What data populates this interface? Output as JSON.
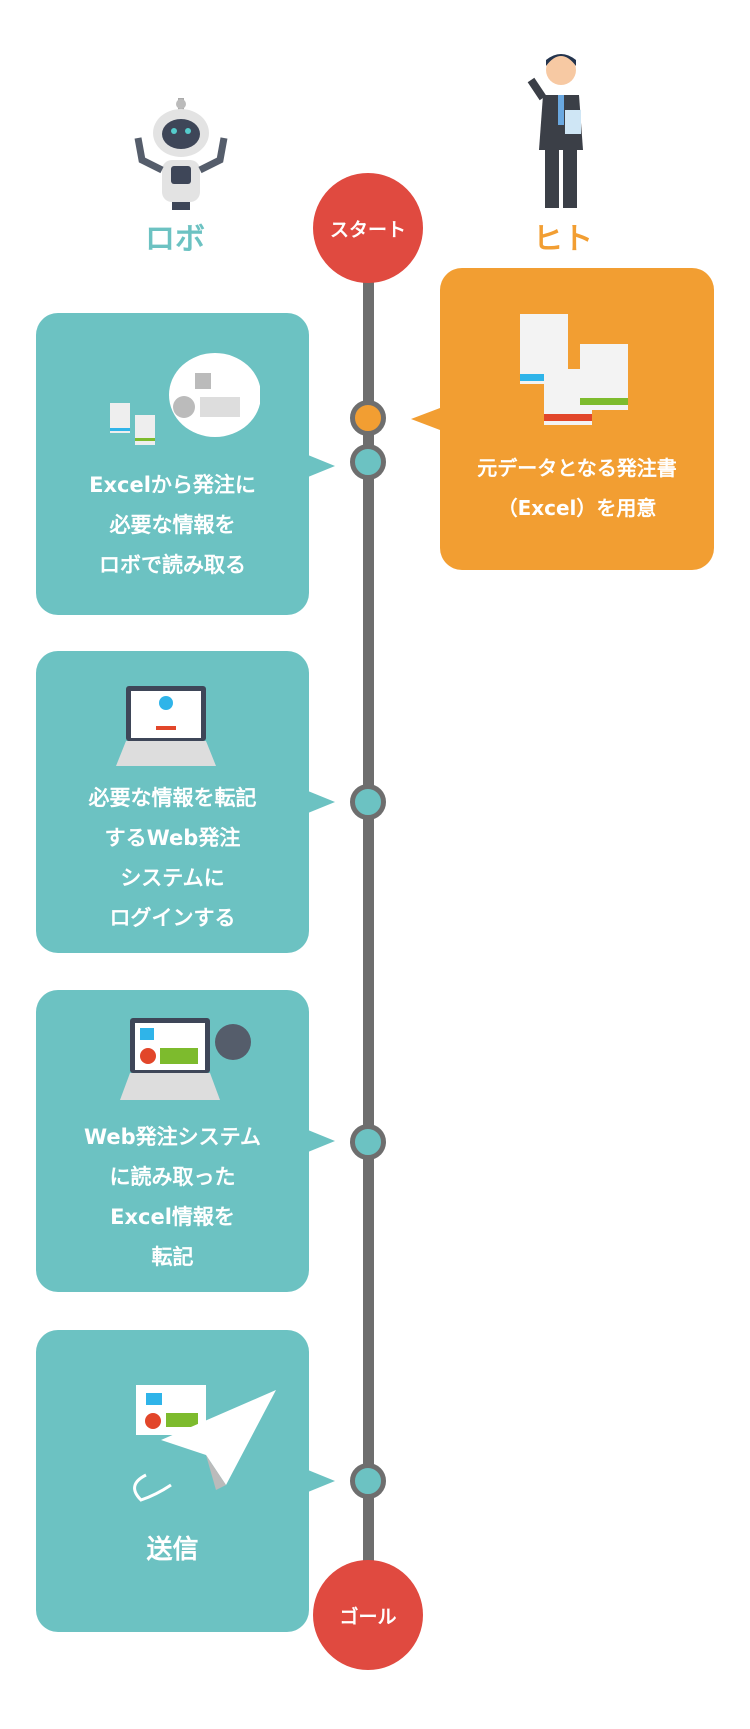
{
  "labels": {
    "robot": "ロボ",
    "human": "ヒト",
    "start": "スタート",
    "goal": "ゴール"
  },
  "human_step": {
    "lines": [
      "元データとなる発注書",
      "（Excel）を用意"
    ]
  },
  "robot_steps": [
    {
      "lines": [
        "Excelから発注に",
        "必要な情報を",
        "ロボで読み取る"
      ]
    },
    {
      "lines": [
        "必要な情報を転記",
        "するWeb発注",
        "システムに",
        "ログインする"
      ]
    },
    {
      "lines": [
        "Web発注システム",
        "に読み取った",
        "Excel情報を",
        "転記"
      ]
    },
    {
      "lines": [
        "送信"
      ]
    }
  ],
  "colors": {
    "robot": "#6cc2c2",
    "human": "#f29e32",
    "milestone": "#e04a40",
    "timeline": "#6e6e6e"
  }
}
